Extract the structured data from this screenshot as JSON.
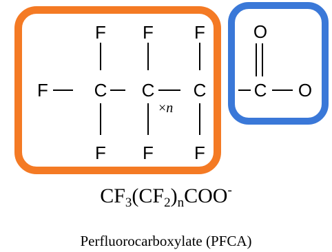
{
  "atoms": {
    "f_left": "F",
    "c1": "C",
    "c2": "C",
    "c3": "C",
    "c_acid": "C",
    "f_top1": "F",
    "f_top2": "F",
    "f_top3": "F",
    "f_bot1": "F",
    "f_bot2": "F",
    "f_bot3": "F",
    "o_top": "O",
    "o_right": "O"
  },
  "repeat_label": {
    "times": "×",
    "n": "n"
  },
  "formula": {
    "part1": "CF",
    "sub1": "3",
    "part2": "(CF",
    "sub2": "2",
    "part3": ")",
    "sub3": "n",
    "part4": "COO",
    "sup": "-"
  },
  "caption": "Perfluorocarboxylate (PFCA)",
  "colors": {
    "orange_box": "#f47a24",
    "blue_box": "#3a78d8"
  }
}
